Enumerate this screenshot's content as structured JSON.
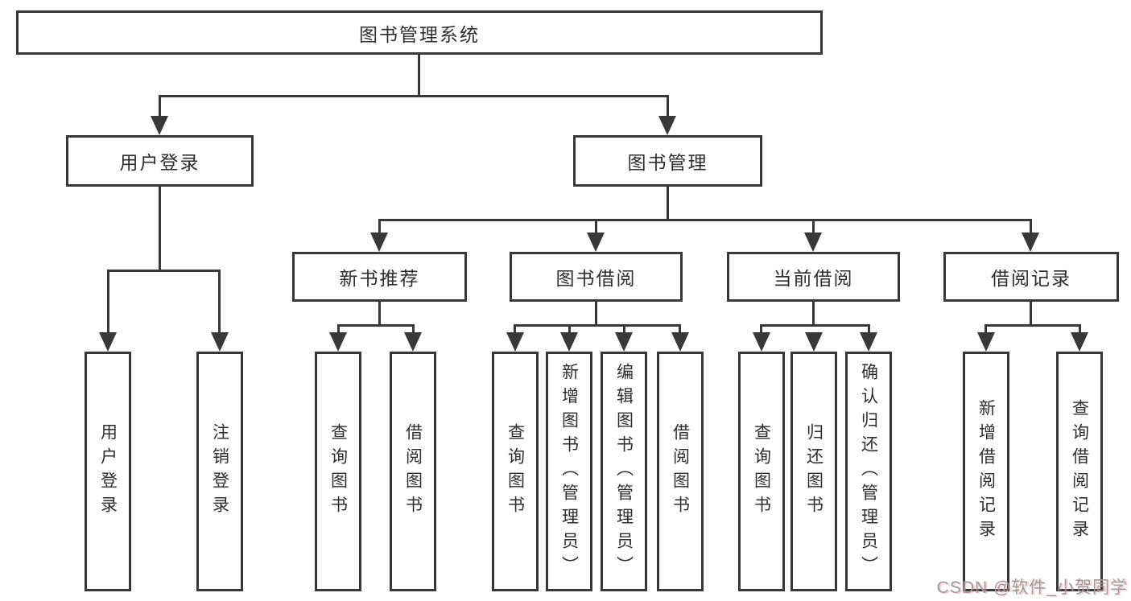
{
  "diagram": {
    "title_node": {
      "label": "图书管理系统"
    },
    "level2": [
      {
        "label": "用户登录"
      },
      {
        "label": "图书管理"
      }
    ],
    "level3": [
      {
        "label": "新书推荐",
        "parent": "图书管理"
      },
      {
        "label": "图书借阅",
        "parent": "图书管理"
      },
      {
        "label": "当前借阅",
        "parent": "图书管理"
      },
      {
        "label": "借阅记录",
        "parent": "图书管理"
      }
    ],
    "leaves": [
      {
        "label": "用户登录",
        "parent": "用户登录"
      },
      {
        "label": "注销登录",
        "parent": "用户登录"
      },
      {
        "label": "查询图书",
        "parent": "新书推荐"
      },
      {
        "label": "借阅图书",
        "parent": "新书推荐"
      },
      {
        "label": "查询图书",
        "parent": "图书借阅"
      },
      {
        "label": "新增图书（管理员）",
        "parent": "图书借阅"
      },
      {
        "label": "编辑图书（管理员）",
        "parent": "图书借阅"
      },
      {
        "label": "借阅图书",
        "parent": "图书借阅"
      },
      {
        "label": "查询图书",
        "parent": "当前借阅"
      },
      {
        "label": "归还图书",
        "parent": "当前借阅"
      },
      {
        "label": "确认归还（管理员）",
        "parent": "当前借阅"
      },
      {
        "label": "新增借阅记录",
        "parent": "借阅记录"
      },
      {
        "label": "查询借阅记录",
        "parent": "借阅记录"
      }
    ],
    "colors": {
      "line": "#383838",
      "box_fill": "#ffffff",
      "text": "#2e2e2e",
      "watermark": "#9c9c9c"
    }
  },
  "watermark": {
    "text": "CSDN @软件_小贺同学"
  }
}
